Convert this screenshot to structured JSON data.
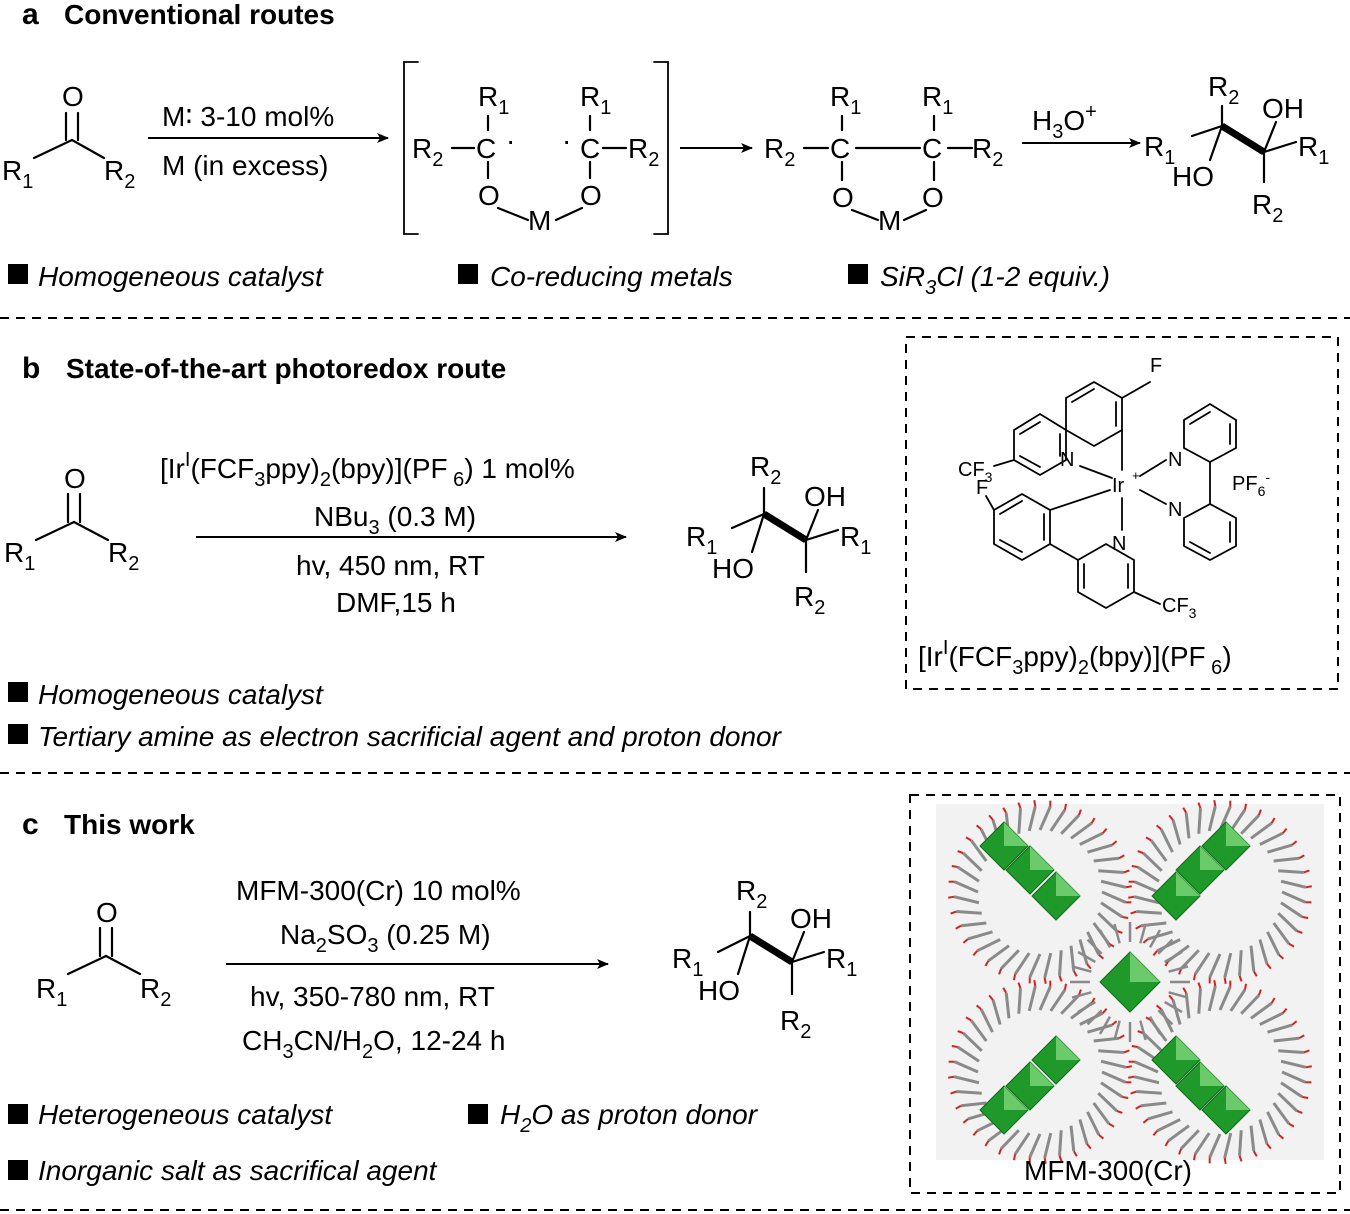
{
  "panel_a": {
    "letter": "a",
    "title": "Conventional routes",
    "conditions_top": "M∶ 3-10 mol%",
    "conditions_bottom": "M (in excess)",
    "reagent_2": "H",
    "reagent_2_sub": "3",
    "reagent_2_tail": "O",
    "reagent_2_sup": "+",
    "bullets": [
      {
        "text": "Homogeneous catalyst"
      },
      {
        "text": "Co-reducing metals"
      },
      {
        "pre": "SiR",
        "sub": "3",
        "post": "Cl (1-2 equiv.)"
      }
    ]
  },
  "panel_b": {
    "letter": "b",
    "title": "State-of-the-art photoredox route",
    "cond_1_pre": "[Ir",
    "cond_1_sup": "I",
    "cond_1_mid": "(FCF",
    "cond_1_sub1": "3",
    "cond_1_mid2": "ppy)",
    "cond_1_sub2": "2",
    "cond_1_mid3": "(bpy)](PF",
    "cond_1_sub3": " 6",
    "cond_1_post": ") 1 mol%",
    "cond_2_pre": "NBu",
    "cond_2_sub": "3",
    "cond_2_post": " (0.3 M)",
    "cond_3": "hv, 450 nm, RT",
    "cond_4": "DMF,15 h",
    "catalyst_label_pre": "[Ir",
    "catalyst_label_sup": "I",
    "catalyst_label_mid": "(FCF",
    "catalyst_label_sub1": "3",
    "catalyst_label_mid2": "ppy)",
    "catalyst_label_sub2": "2",
    "catalyst_label_mid3": "(bpy)](PF",
    "catalyst_label_sub3": " 6",
    "catalyst_label_post": ")",
    "bullets": [
      "Homogeneous catalyst",
      "Tertiary amine as electron sacrificial agent and proton donor"
    ]
  },
  "panel_c": {
    "letter": "c",
    "title": "This work",
    "cond_1": "MFM-300(Cr) 10 mol%",
    "cond_2_pre": "Na",
    "cond_2_sub1": "2",
    "cond_2_mid": "SO",
    "cond_2_sub2": "3",
    "cond_2_post": " (0.25 M)",
    "cond_3": "hv, 350-780 nm, RT",
    "cond_4_pre": "CH",
    "cond_4_sub": "3",
    "cond_4_post": "CN/H",
    "cond_4_sub2": "2",
    "cond_4_post2": "O, 12-24 h",
    "mof_label": "MFM-300(Cr)",
    "bullets": [
      {
        "text": "Heterogeneous catalyst"
      },
      {
        "pre": "H",
        "sub": "2",
        "post": "O as proton donor"
      },
      {
        "text": "Inorganic salt as sacrifical agent"
      }
    ]
  },
  "atoms": {
    "O": "O",
    "C": "C",
    "M": "M",
    "N": "N",
    "F": "F",
    "Ir": "Ir",
    "plus": "+",
    "R": "R",
    "one": "1",
    "two": "2",
    "OH": "OH",
    "HO": "HO",
    "CF": "CF",
    "three": "3",
    "PF": "PF",
    "six": "6",
    "minus": "-",
    "radical": "·"
  },
  "colors": {
    "mof_green": "#1f9a2a",
    "mof_light_green": "#7ed77a",
    "mof_gray": "#8a8a8a",
    "mof_red": "#d0241e",
    "mof_bg": "#f2f2f2"
  }
}
